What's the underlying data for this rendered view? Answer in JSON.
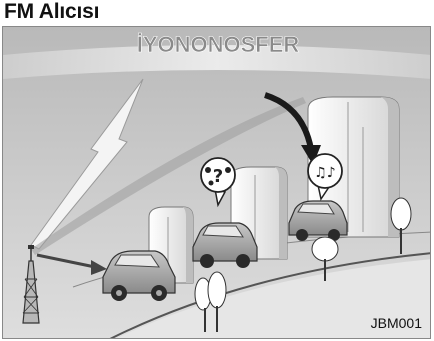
{
  "title": "FM Alıcısı",
  "figure": {
    "ionosphere_label": "İYONONOSFER",
    "code": "JBM001",
    "icons": [
      "radio-tower-icon",
      "car-icon",
      "building-icon",
      "tree-icon",
      "music-note-bubble-icon",
      "question-note-bubble-icon",
      "lightning-bolt-icon"
    ]
  }
}
